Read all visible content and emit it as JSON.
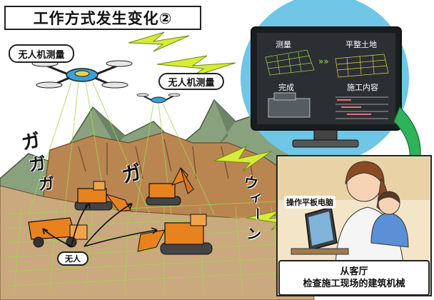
{
  "title": "工作方式发生变化②",
  "drone_label_1": "无人机测量",
  "drone_label_2": "无人机测量",
  "unmanned_label": "无人",
  "tablet_label": "操作平板电脑",
  "caption": {
    "line1": "从客厅",
    "line2": "检查施工现场的建筑机械"
  },
  "monitor": {
    "panels": [
      {
        "label": "测量"
      },
      {
        "label": "平整土地"
      },
      {
        "label": "完成"
      },
      {
        "label": "施工内容"
      }
    ]
  },
  "sound_effects": {
    "left_1": "ガ",
    "left_2": "ガ",
    "left_3": "ガ",
    "mid": "ガ",
    "right": "ウ",
    "right_2": "ィ",
    "right_3": "ー",
    "right_4": "ン"
  },
  "colors": {
    "sky_circle": "#6fc6e6",
    "monitor_screen": "#2b2f33",
    "wireframe": "#9fd84a",
    "excavator": "#e8821e",
    "mountain": "#8a9a7a",
    "dirt": "#b57a4a",
    "arrow_green": "#2fb35a"
  }
}
